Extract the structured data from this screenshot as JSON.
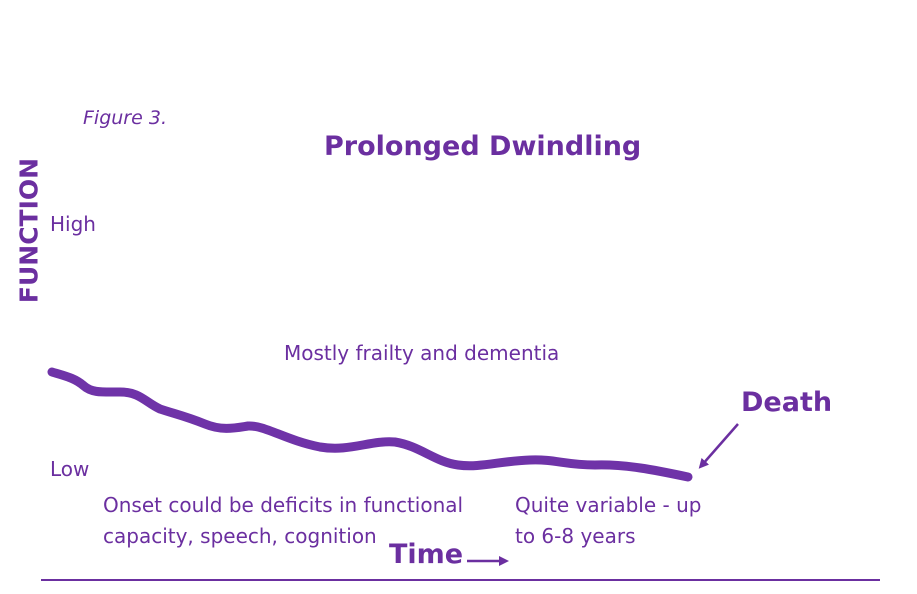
{
  "figure_label": "Figure 3.",
  "title": "Prolonged Dwindling",
  "y_axis": {
    "label": "FUNCTION",
    "high_label": "High",
    "low_label": "Low"
  },
  "x_axis": {
    "label": "Time"
  },
  "annotations": {
    "middle": "Mostly frailty and dementia",
    "onset": "Onset could be deficits in functional capacity, speech, cognition",
    "variable": "Quite variable - up to 6-8 years",
    "end": "Death"
  },
  "colors": {
    "primary": "#6b2fa0",
    "curve": "#6f33a8"
  }
}
